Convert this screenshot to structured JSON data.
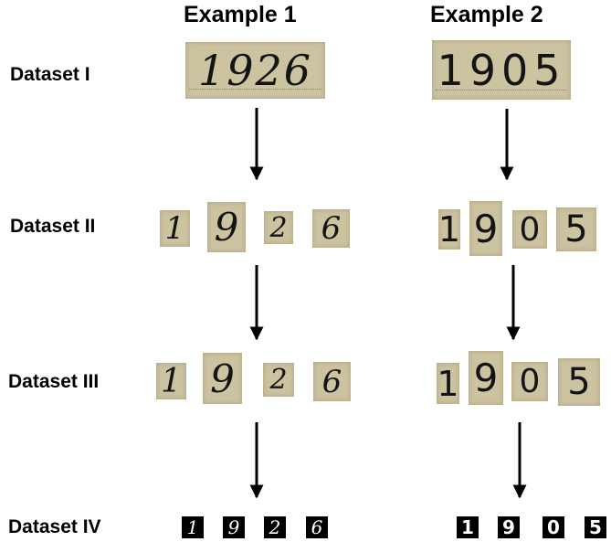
{
  "columns": [
    "Example 1",
    "Example 2"
  ],
  "rows": [
    "Dataset  I",
    "Dataset  II",
    "Dataset  III",
    "Dataset  IV"
  ],
  "examples": [
    {
      "number": "1926",
      "digits": [
        "1",
        "9",
        "2",
        "6"
      ]
    },
    {
      "number": "1905",
      "digits": [
        "1",
        "9",
        "0",
        "5"
      ]
    }
  ]
}
